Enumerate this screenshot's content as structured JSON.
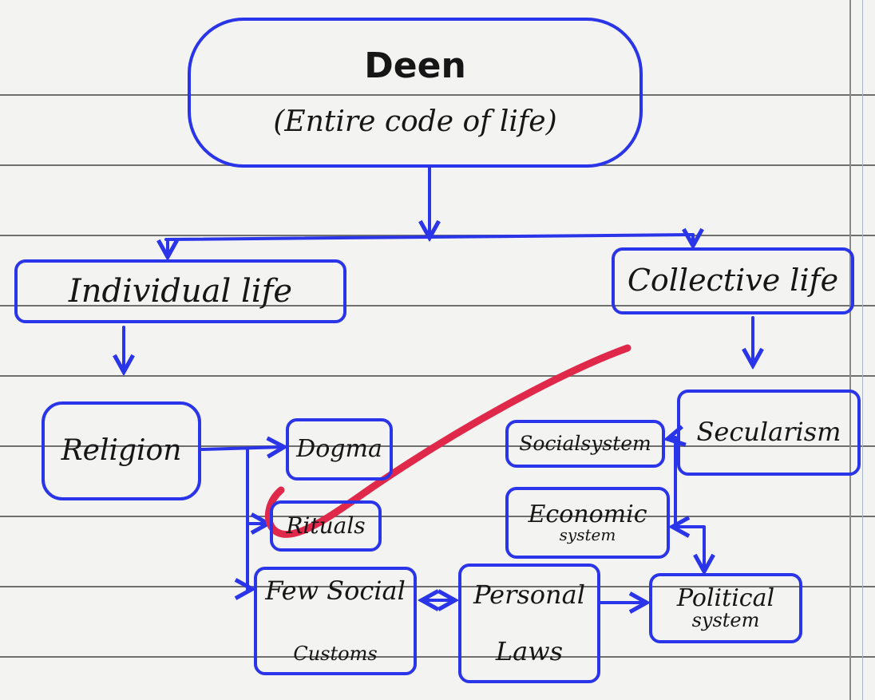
{
  "diagram": {
    "nodes": {
      "deen": {
        "title": "Deen",
        "subtitle": "(Entire code of life)"
      },
      "individual": {
        "label": "Individual life"
      },
      "collective": {
        "label": "Collective life"
      },
      "religion": {
        "label": "Religion"
      },
      "dogma": {
        "label": "Dogma"
      },
      "rituals": {
        "label": "Rituals"
      },
      "social_customs": {
        "line1": "Few Social",
        "line2": "Customs"
      },
      "personal_laws": {
        "line1": "Personal",
        "line2": "Laws"
      },
      "social_system": {
        "label": "Socialsystem"
      },
      "secularism": {
        "label": "Secularism"
      },
      "economic_system": {
        "line1": "Economic",
        "line2": "system"
      },
      "political_system": {
        "line1": "Political",
        "line2": "system"
      }
    },
    "edges": [
      [
        "deen",
        "individual"
      ],
      [
        "deen",
        "collective"
      ],
      [
        "individual",
        "religion"
      ],
      [
        "collective",
        "secularism"
      ],
      [
        "religion",
        "dogma"
      ],
      [
        "religion",
        "rituals"
      ],
      [
        "religion",
        "social_customs"
      ],
      [
        "social_customs",
        "personal_laws"
      ],
      [
        "personal_laws",
        "social_customs"
      ],
      [
        "personal_laws",
        "political_system"
      ],
      [
        "secularism",
        "social_system"
      ],
      [
        "secularism",
        "economic_system"
      ],
      [
        "secularism",
        "political_system"
      ]
    ],
    "colors": {
      "ink": "#2a34e8",
      "annotation": "#e0284a",
      "text": "#161616"
    }
  }
}
